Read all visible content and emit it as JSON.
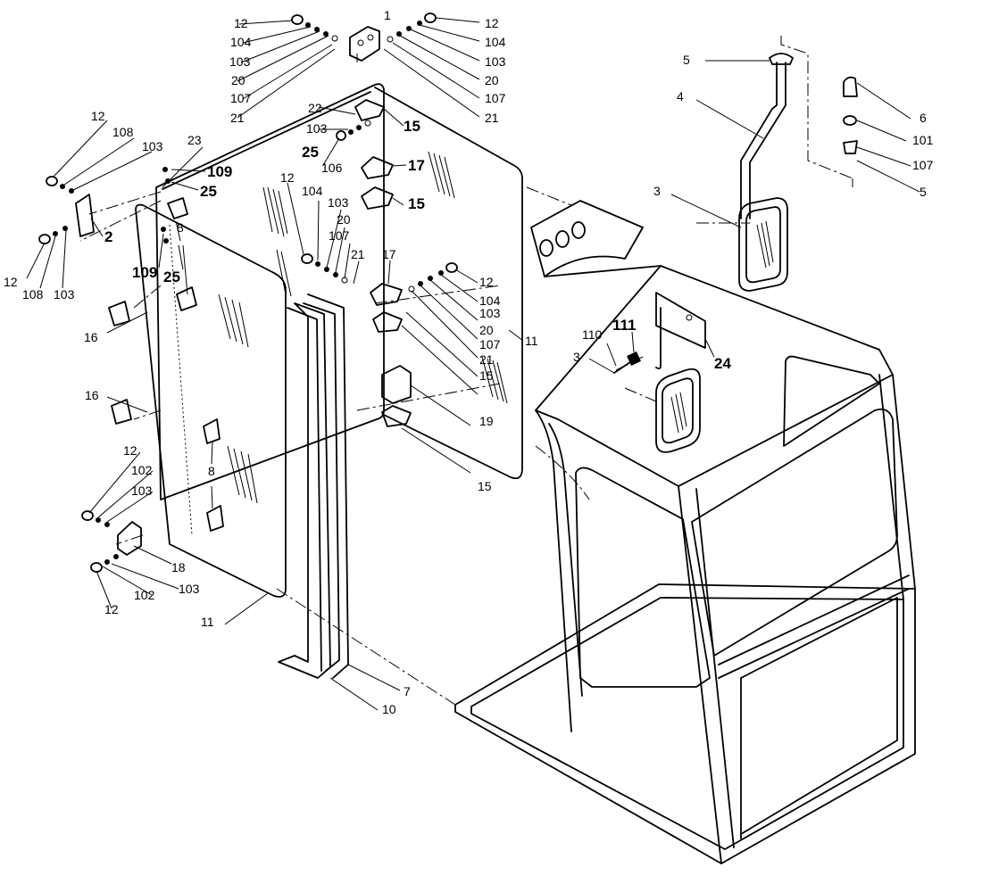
{
  "labels": [
    {
      "text": "1",
      "size": "n"
    },
    {
      "text": "12",
      "size": "n"
    },
    {
      "text": "104",
      "size": "n"
    },
    {
      "text": "103",
      "size": "n"
    },
    {
      "text": "20",
      "size": "n"
    },
    {
      "text": "107",
      "size": "n"
    },
    {
      "text": "21",
      "size": "n"
    },
    {
      "text": "12",
      "size": "n"
    },
    {
      "text": "104",
      "size": "n"
    },
    {
      "text": "103",
      "size": "n"
    },
    {
      "text": "20",
      "size": "n"
    },
    {
      "text": "107",
      "size": "n"
    },
    {
      "text": "21",
      "size": "n"
    },
    {
      "text": "22",
      "size": "n"
    },
    {
      "text": "15",
      "size": "b"
    },
    {
      "text": "103",
      "size": "n"
    },
    {
      "text": "25",
      "size": "b"
    },
    {
      "text": "106",
      "size": "n"
    },
    {
      "text": "17",
      "size": "b"
    },
    {
      "text": "15",
      "size": "b"
    },
    {
      "text": "23",
      "size": "n"
    },
    {
      "text": "109",
      "size": "b"
    },
    {
      "text": "25",
      "size": "b"
    },
    {
      "text": "12",
      "size": "n"
    },
    {
      "text": "108",
      "size": "n"
    },
    {
      "text": "103",
      "size": "n"
    },
    {
      "text": "2",
      "size": "b"
    },
    {
      "text": "12",
      "size": "n"
    },
    {
      "text": "108",
      "size": "n"
    },
    {
      "text": "103",
      "size": "n"
    },
    {
      "text": "109",
      "size": "b"
    },
    {
      "text": "25",
      "size": "b"
    },
    {
      "text": "8",
      "size": "n"
    },
    {
      "text": "12",
      "size": "n"
    },
    {
      "text": "104",
      "size": "n"
    },
    {
      "text": "103",
      "size": "n"
    },
    {
      "text": "20",
      "size": "n"
    },
    {
      "text": "107",
      "size": "n"
    },
    {
      "text": "21",
      "size": "n"
    },
    {
      "text": "17",
      "size": "n"
    },
    {
      "text": "12",
      "size": "n"
    },
    {
      "text": "104",
      "size": "n"
    },
    {
      "text": "103",
      "size": "n"
    },
    {
      "text": "20",
      "size": "n"
    },
    {
      "text": "107",
      "size": "n"
    },
    {
      "text": "21",
      "size": "n"
    },
    {
      "text": "15",
      "size": "n"
    },
    {
      "text": "11",
      "size": "n"
    },
    {
      "text": "19",
      "size": "n"
    },
    {
      "text": "15",
      "size": "n"
    },
    {
      "text": "16",
      "size": "n"
    },
    {
      "text": "16",
      "size": "n"
    },
    {
      "text": "8",
      "size": "n"
    },
    {
      "text": "12",
      "size": "n"
    },
    {
      "text": "102",
      "size": "n"
    },
    {
      "text": "103",
      "size": "n"
    },
    {
      "text": "18",
      "size": "n"
    },
    {
      "text": "103",
      "size": "n"
    },
    {
      "text": "102",
      "size": "n"
    },
    {
      "text": "12",
      "size": "n"
    },
    {
      "text": "11",
      "size": "n"
    },
    {
      "text": "7",
      "size": "n"
    },
    {
      "text": "10",
      "size": "n"
    },
    {
      "text": "5",
      "size": "n"
    },
    {
      "text": "4",
      "size": "n"
    },
    {
      "text": "3",
      "size": "n"
    },
    {
      "text": "6",
      "size": "n"
    },
    {
      "text": "101",
      "size": "n"
    },
    {
      "text": "107",
      "size": "n"
    },
    {
      "text": "5",
      "size": "n"
    },
    {
      "text": "111",
      "size": "b"
    },
    {
      "text": "110",
      "size": "n"
    },
    {
      "text": "3",
      "size": "n"
    },
    {
      "text": "24",
      "size": "b"
    }
  ]
}
